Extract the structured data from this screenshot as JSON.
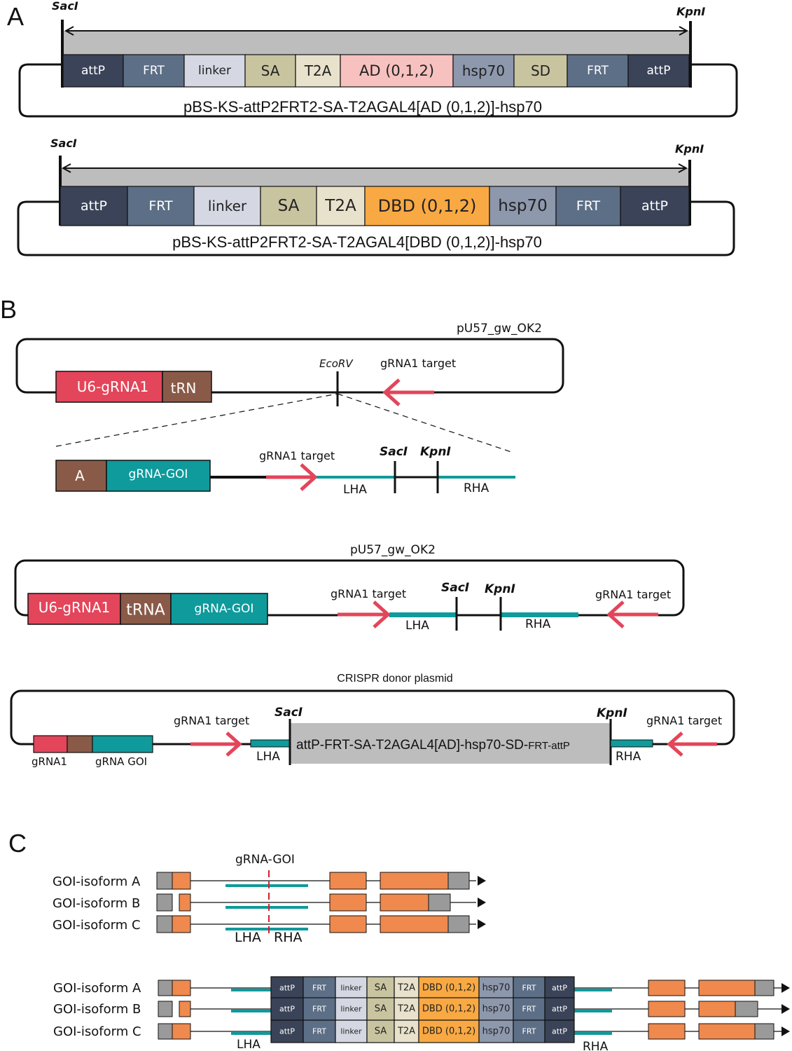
{
  "colors": {
    "attP": "#3a4358",
    "FRT": "#5d6f86",
    "linker": "#d5d8e3",
    "SA": "#c9c4a0",
    "T2A": "#e8e2cc",
    "AD": "#f7c1bf",
    "DBD": "#f9a943",
    "hsp70": "#8d98ad",
    "SD": "#c9c4a0",
    "u6": "#e3455a",
    "trna": "#8a5a48",
    "teal": "#0f9a9c",
    "arrow": "#e3455a",
    "gray_box": "#bdbdbd",
    "exon": "#f0894d",
    "utr": "#9a9a9a"
  },
  "panel_a": {
    "label": "A",
    "construct_ad": {
      "saci": "SacI",
      "kpni": "KpnI",
      "segments": [
        "attP",
        "FRT",
        "linker",
        "SA",
        "T2A",
        "AD (0,1,2)",
        "hsp70",
        "SD",
        "FRT",
        "attP"
      ],
      "plasmid_name": "pBS-KS-attP2FRT2-SA-T2AGAL4[AD (0,1,2)]-hsp70"
    },
    "construct_dbd": {
      "saci": "SacI",
      "kpni": "KpnI",
      "segments": [
        "attP",
        "FRT",
        "linker",
        "SA",
        "T2A",
        "DBD (0,1,2)",
        "hsp70",
        "FRT",
        "attP"
      ],
      "plasmid_name": "pBS-KS-attP2FRT2-SA-T2AGAL4[DBD (0,1,2)]-hsp70"
    }
  },
  "panel_b": {
    "label": "B",
    "plasmid1": {
      "name": "pU57_gw_OK2",
      "u6": "U6-gRNA1",
      "trna_part": "tRN",
      "ecorv": "EcoRV",
      "target": "gRNA1 target"
    },
    "insert": {
      "trna_part": "A",
      "grna_goi": "gRNA-GOI",
      "target": "gRNA1 target",
      "saci": "SacI",
      "kpni": "KpnI",
      "lha": "LHA",
      "rha": "RHA"
    },
    "plasmid2": {
      "name": "pU57_gw_OK2",
      "u6": "U6-gRNA1",
      "trna": "tRNA",
      "grna_goi": "gRNA-GOI",
      "target_left": "gRNA1 target",
      "target_right": "gRNA1 target",
      "saci": "SacI",
      "kpni": "KpnI",
      "lha": "LHA",
      "rha": "RHA"
    },
    "donor": {
      "name": "CRISPR donor plasmid",
      "grna1": "gRNA1",
      "grna_goi": "gRNA GOI",
      "target_left": "gRNA1 target",
      "target_right": "gRNA1 target",
      "saci": "SacI",
      "kpni": "KpnI",
      "cassette_main": "attP-FRT-SA-T2AGAL4[AD]-hsp70-SD-",
      "cassette_tail": "FRT-attP",
      "lha": "LHA",
      "rha": "RHA"
    }
  },
  "panel_c": {
    "label": "C",
    "grna_label": "gRNA-GOI",
    "isoforms_top": [
      "GOI-isoform A",
      "GOI-isoform B",
      "GOI-isoform C"
    ],
    "lha": "LHA",
    "rha": "RHA",
    "isoforms_bottom": [
      "GOI-isoform A",
      "GOI-isoform B",
      "GOI-isoform C"
    ],
    "cassette_segments": [
      "attP",
      "FRT",
      "linker",
      "SA",
      "T2A",
      "DBD (0,1,2)",
      "hsp70",
      "FRT",
      "attP"
    ],
    "lha_bottom": "LHA",
    "rha_bottom": "RHA"
  }
}
